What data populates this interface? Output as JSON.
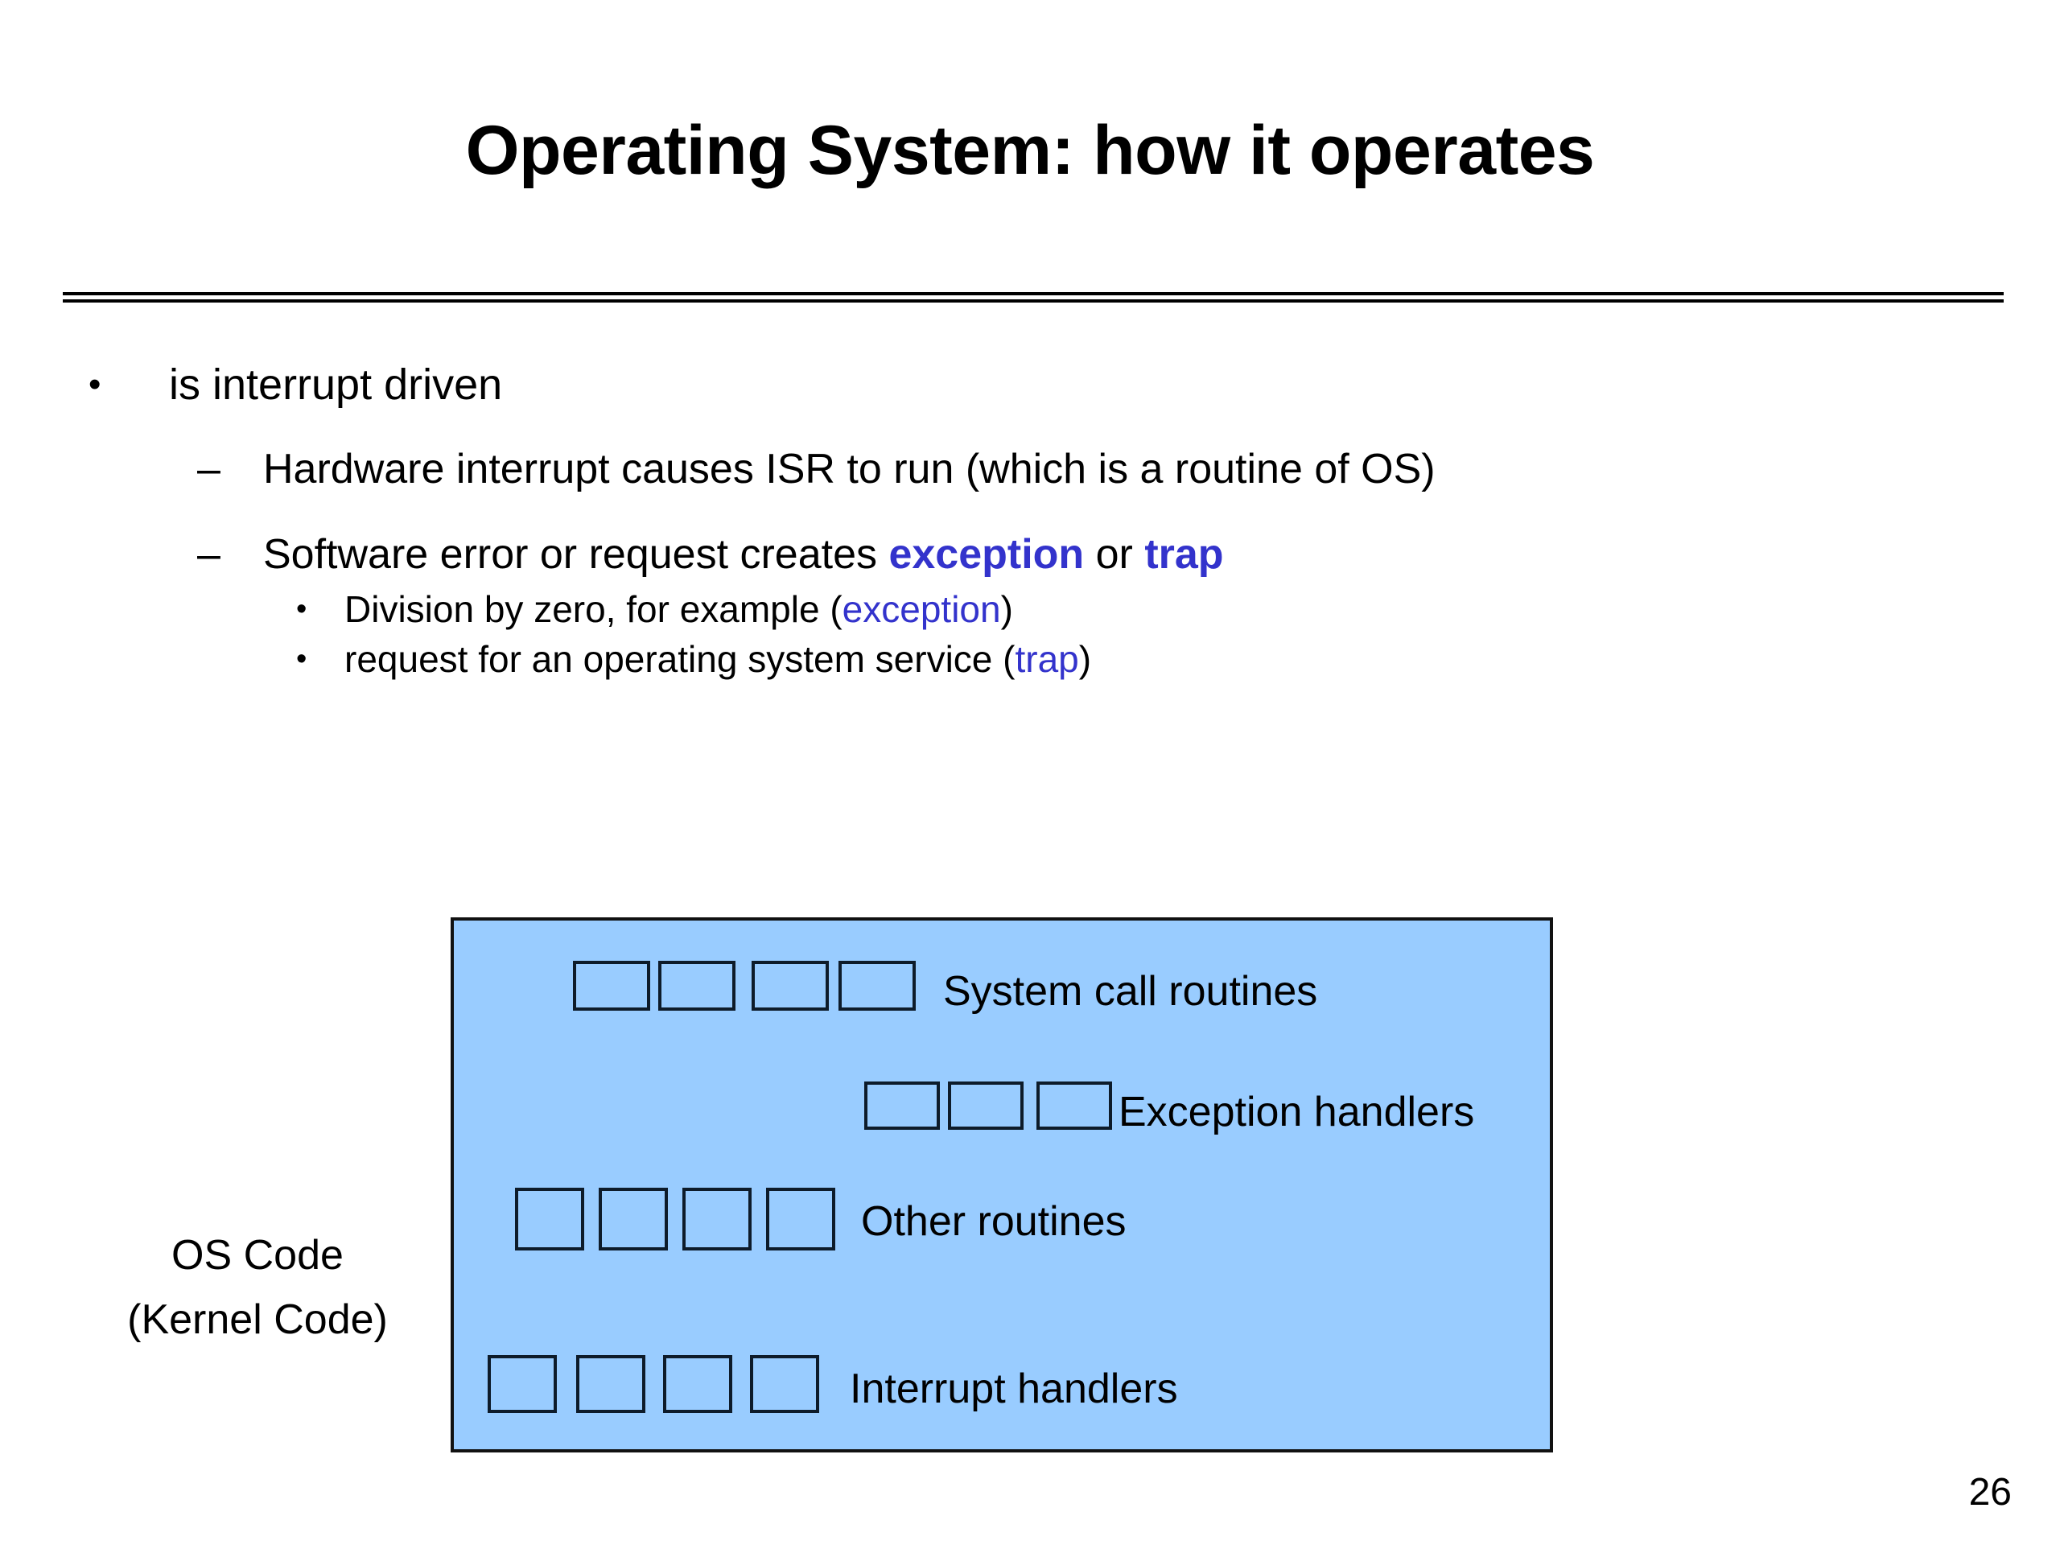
{
  "slide": {
    "title": "Operating System: how it operates",
    "page_number": "26"
  },
  "colors": {
    "highlight": "#3333CC",
    "diagram_fill": "#99CCFF",
    "diagram_border": "#111111",
    "text": "#000000",
    "background": "#FFFFFF"
  },
  "bullets": {
    "level1_marker": "•",
    "level2_marker": "–",
    "level3_marker": "•",
    "b1": "is interrupt driven",
    "b2_a": "Hardware interrupt causes ISR to run (which is a routine of OS)",
    "b3_a": "Software error or request creates ",
    "b3_kw1": "exception",
    "b3_mid": " or ",
    "b3_kw2": "trap",
    "b4_a": "Division by zero, for example (",
    "b4_kw": "exception",
    "b4_b": ")",
    "b5_a": "request for an operating system service (",
    "b5_kw": "trap",
    "b5_b": ")"
  },
  "diagram": {
    "side_label_line1": "OS Code",
    "side_label_line2": "(Kernel Code)",
    "rows": [
      {
        "label": "System call routines",
        "slot_count": 4
      },
      {
        "label": "Exception handlers",
        "slot_count": 3
      },
      {
        "label": "Other routines",
        "slot_count": 4
      },
      {
        "label": "Interrupt handlers",
        "slot_count": 4
      }
    ]
  }
}
